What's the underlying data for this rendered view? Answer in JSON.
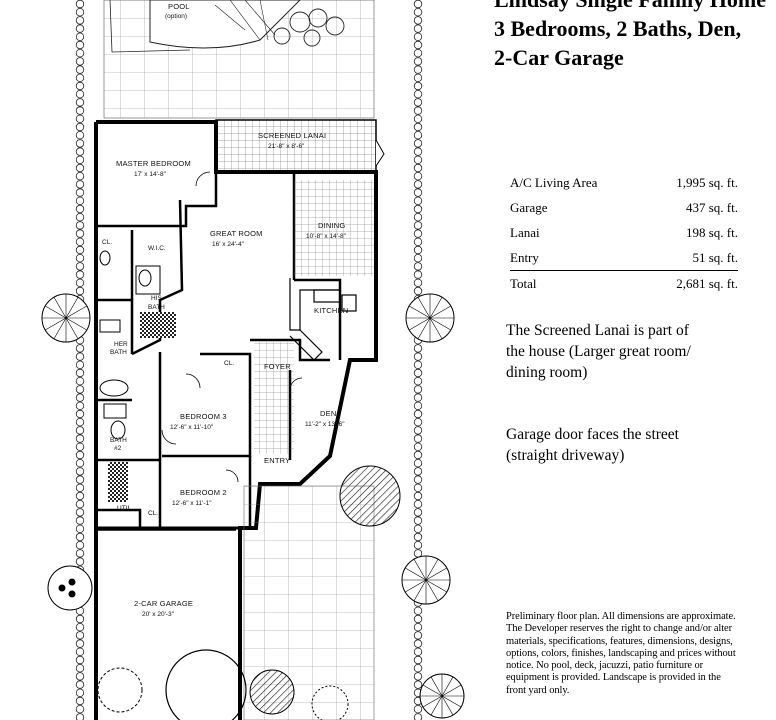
{
  "header": {
    "line0": "Lindsay Single Family Home",
    "line1": "3 Bedrooms, 2 Baths, Den,",
    "line2": "2-Car Garage"
  },
  "area_table": {
    "rows": [
      {
        "label": "A/C Living Area",
        "value": "1,995 sq. ft."
      },
      {
        "label": "Garage",
        "value": "437 sq. ft."
      },
      {
        "label": "Lanai",
        "value": "198 sq. ft."
      },
      {
        "label": "Entry",
        "value": "51 sq. ft."
      },
      {
        "label": "Total",
        "value": "2,681 sq. ft."
      }
    ]
  },
  "notes": {
    "lanai": "The Screened Lanai is part of the house (Larger great room/ dining room)",
    "garage": "Garage door faces the street (straight driveway)",
    "disclaimer": "Preliminary floor plan. All dimensions are approximate. The Developer reserves the right to change and/or alter materials, specifications, features, dimensions, designs, options, colors, finishes, landscaping and prices without notice. No pool, deck, jacuzzi, patio furniture or equipment is provided. Landscape is provided in the front yard only."
  },
  "plan": {
    "pool": {
      "name": "POOL",
      "note": "(option)"
    },
    "rooms": [
      {
        "key": "lanai",
        "name": "SCREENED LANAI",
        "dims": "21'-8\" x 8'-6\""
      },
      {
        "key": "master",
        "name": "MASTER BEDROOM",
        "dims": "17' x 14'-8\""
      },
      {
        "key": "great",
        "name": "GREAT ROOM",
        "dims": "16' x 24'-4\""
      },
      {
        "key": "dining",
        "name": "DINING",
        "dims": "10'-8\" x 14'-8\""
      },
      {
        "key": "kitchen",
        "name": "KITCHEN",
        "dims": ""
      },
      {
        "key": "foyer",
        "name": "FOYER",
        "dims": ""
      },
      {
        "key": "den",
        "name": "DEN",
        "dims": "11'-2\" x 13'-6\""
      },
      {
        "key": "entry",
        "name": "ENTRY",
        "dims": ""
      },
      {
        "key": "bed3",
        "name": "BEDROOM 3",
        "dims": "12'-6\" x 11'-10\""
      },
      {
        "key": "bed2",
        "name": "BEDROOM 2",
        "dims": "12'-6\" x 11'-1\""
      },
      {
        "key": "garage",
        "name": "2-CAR GARAGE",
        "dims": "20' x 20'-3\""
      }
    ],
    "small_labels": {
      "wic": "W.I.C.",
      "his_bath_1": "HIS",
      "his_bath_2": "BATH",
      "her_bath_1": "HER",
      "her_bath_2": "BATH",
      "bath2_1": "BATH",
      "bath2_2": "#2",
      "cl_master": "CL.",
      "cl_bed3": "CL.",
      "cl_bed2": "CL.",
      "util": "UTIL"
    }
  }
}
